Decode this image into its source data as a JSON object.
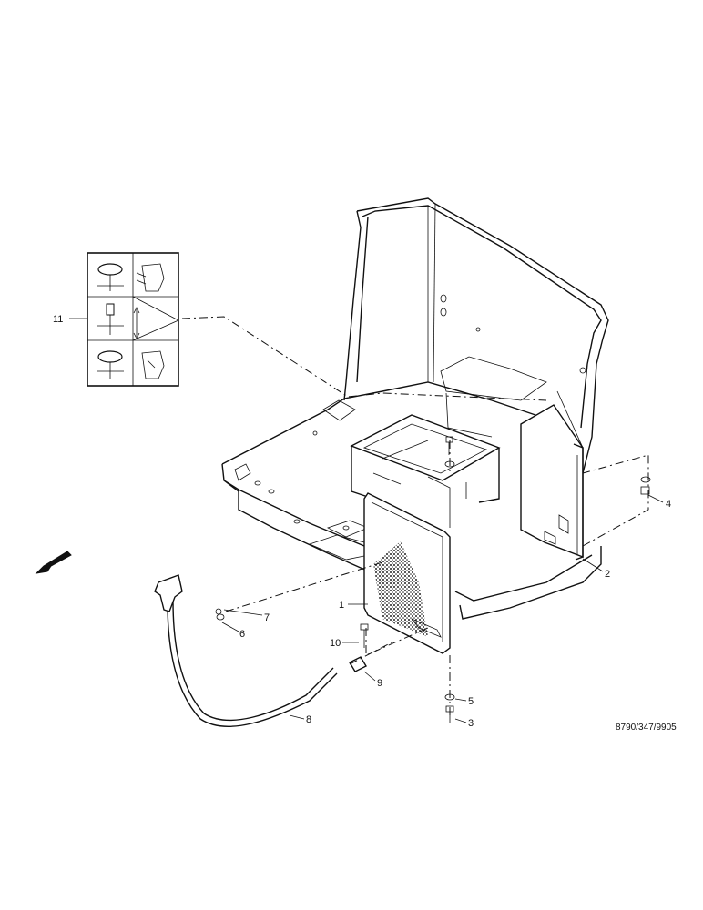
{
  "callouts": [
    {
      "id": "1",
      "text": "1"
    },
    {
      "id": "2",
      "text": "2"
    },
    {
      "id": "3",
      "text": "3"
    },
    {
      "id": "4",
      "text": "4"
    },
    {
      "id": "5",
      "text": "5"
    },
    {
      "id": "6",
      "text": "6"
    },
    {
      "id": "7",
      "text": "7"
    },
    {
      "id": "8",
      "text": "8"
    },
    {
      "id": "9",
      "text": "9"
    },
    {
      "id": "10",
      "text": "10"
    },
    {
      "id": "11",
      "text": "11"
    }
  ],
  "drawing_ref": "8790/347/9905"
}
